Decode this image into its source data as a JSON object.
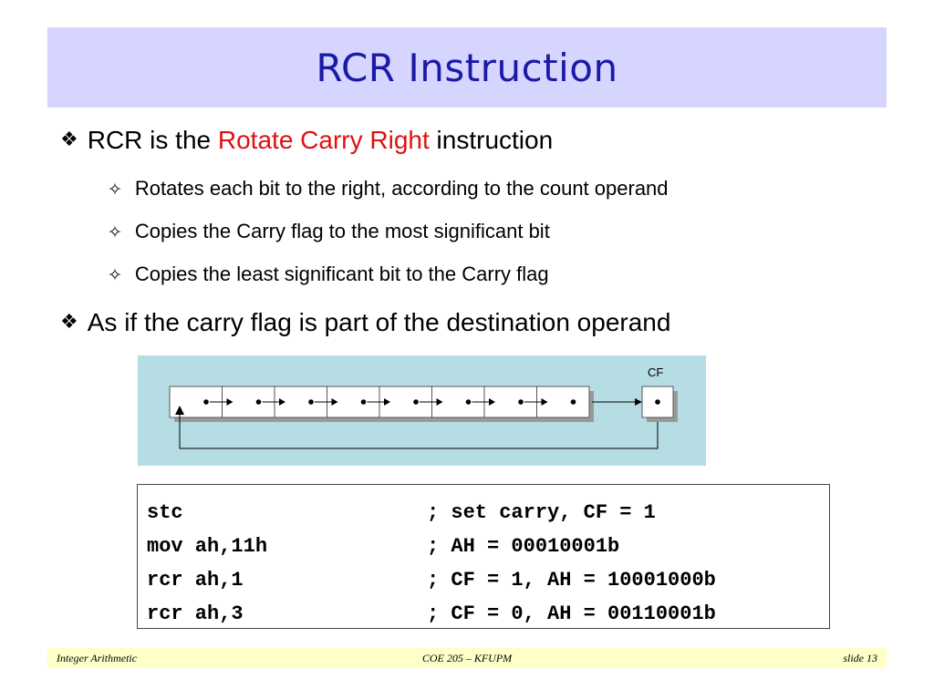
{
  "title": "RCR Instruction",
  "bullets": {
    "b1_prefix": "RCR is the ",
    "b1_highlight": "Rotate Carry Right",
    "b1_suffix": " instruction",
    "sub1": "Rotates each bit to the right, according to the count operand",
    "sub2": "Copies the Carry flag to the most significant bit",
    "sub3": "Copies the least significant bit to the Carry flag",
    "b2": "As if the carry flag is part of the destination operand",
    "main_mark": "❖",
    "sub_mark": "✧"
  },
  "diagram": {
    "cf_label": "CF",
    "register_bits": 8
  },
  "code": [
    {
      "instr": "stc",
      "comment": "; set carry, CF = 1"
    },
    {
      "instr": "mov ah,11h",
      "comment": "; AH = 00010001b"
    },
    {
      "instr": "rcr ah,1",
      "comment": "; CF = 1, AH = 10001000b"
    },
    {
      "instr": "rcr ah,3",
      "comment": "; CF = 0, AH = 00110001b"
    }
  ],
  "footer": {
    "left": "Integer Arithmetic",
    "center": "COE 205 – KFUPM",
    "right": "slide 13"
  },
  "colors": {
    "title_bg": "#d5d5ff",
    "title_text": "#1a1aa6",
    "highlight": "#e01010",
    "diagram_bg": "#b5dde3",
    "footer_bg": "#ffffc8"
  }
}
